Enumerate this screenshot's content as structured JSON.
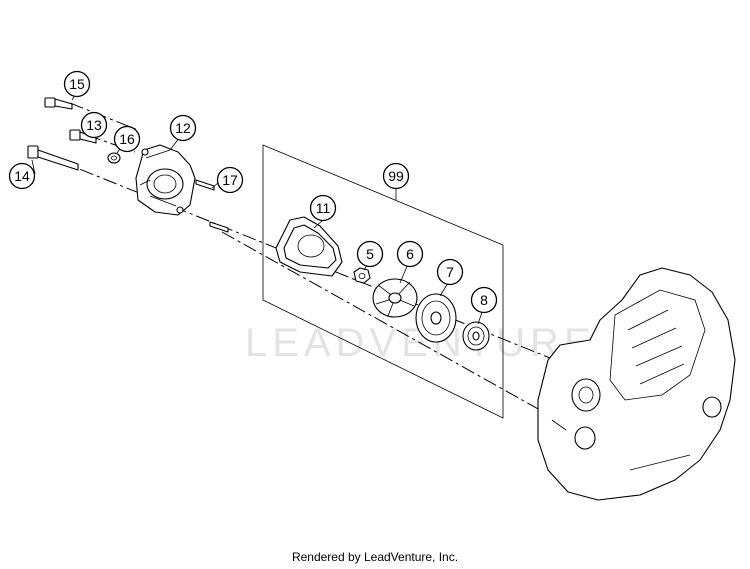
{
  "diagram": {
    "watermark": "LEADVENTURE",
    "callouts": [
      "15",
      "13",
      "16",
      "12",
      "14",
      "17",
      "99",
      "11",
      "5",
      "6",
      "7",
      "8"
    ],
    "parts": [
      "bolt-15",
      "bolt-13",
      "washer-16",
      "pump-cover-12",
      "long-bolt-14",
      "dowel-17",
      "gasket-11",
      "nut-5",
      "impeller-6",
      "seal-7",
      "bearing-8",
      "engine-cover"
    ]
  },
  "footer": {
    "text": "Rendered by LeadVenture, Inc."
  }
}
